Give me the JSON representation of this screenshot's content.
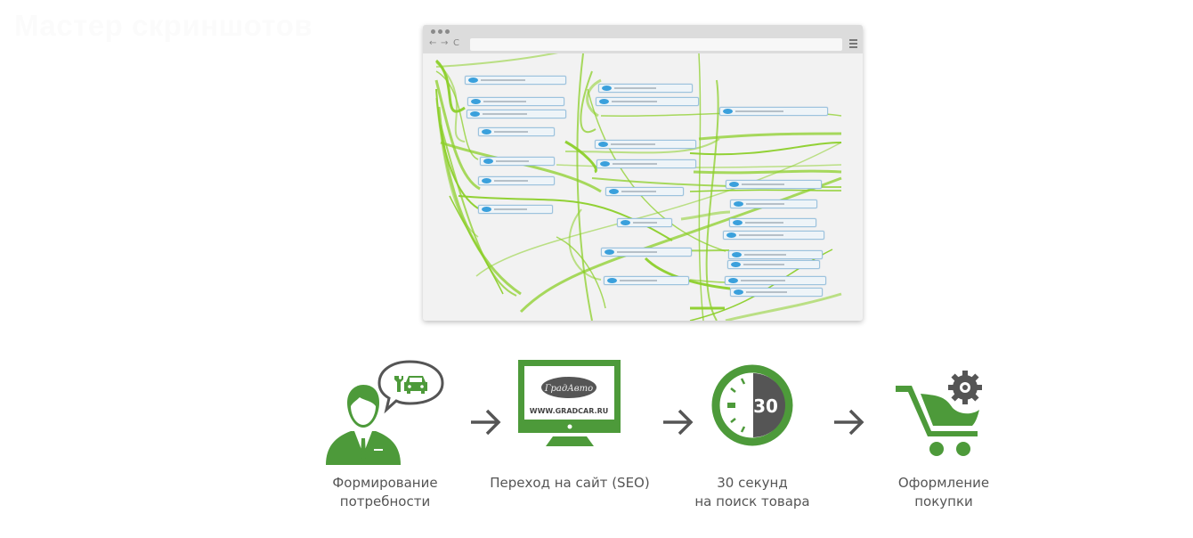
{
  "ghost_title": "Мастер скриншотов",
  "browser": {
    "nav_back": "←",
    "nav_forward": "→",
    "nav_reload": "C",
    "url": "",
    "menu_icon": "hamburger-icon"
  },
  "flow_graph": {
    "description": "site navigation flow graph",
    "node_count": 24
  },
  "steps": [
    {
      "icon": "person-speech-car-icon",
      "caption_line1": "Формирование",
      "caption_line2": "потребности"
    },
    {
      "icon": "monitor-site-icon",
      "caption_line1": "Переход на сайт (SEO)",
      "caption_line2": "",
      "screen_text": "WWW.GRADCAR.RU"
    },
    {
      "icon": "stopwatch-icon",
      "caption_line1": "30 секунд",
      "caption_line2": "на поиск товара",
      "timer_value": "30"
    },
    {
      "icon": "cart-gear-icon",
      "caption_line1": "Оформление",
      "caption_line2": "покупки"
    }
  ],
  "colors": {
    "green": "#4d9a3a",
    "graph_green": "#8ccf2a",
    "dark_gray": "#555555",
    "node_blue": "#3aa0dc"
  }
}
